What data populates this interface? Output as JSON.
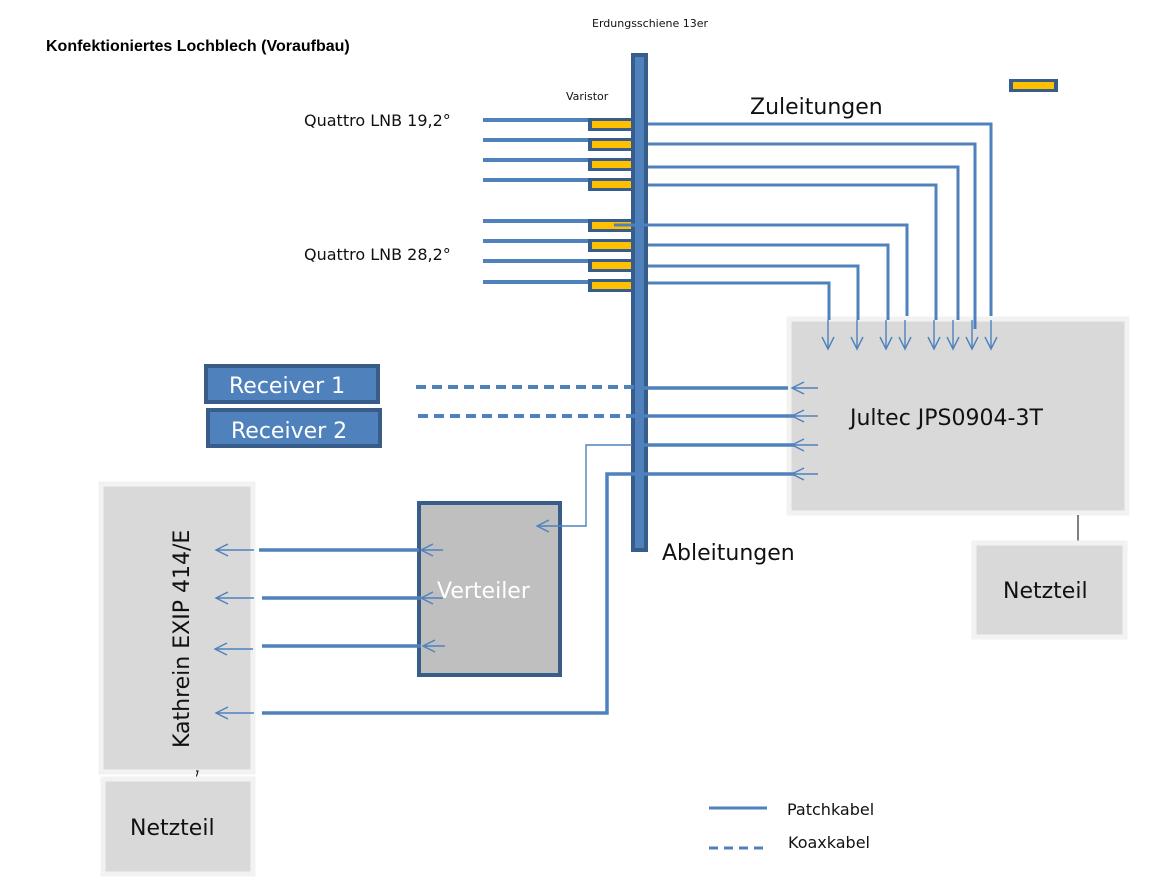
{
  "title": "Konfektioniertes Lochblech (Voraufbau)",
  "colors": {
    "line": "#4f81bd",
    "line_dark": "#385d8a",
    "varistor": "#ffc000",
    "device_fill": "#d9d9d9",
    "device_border": "#f2f2f2",
    "verteiler_fill": "#bfbfbf",
    "receiver_fill": "#4f81bd"
  },
  "labels": {
    "grounding_bar": "Erdungsschiene  13er",
    "varistor": "Varistor",
    "lnb_1": "Quattro LNB  19,2°",
    "lnb_2": "Quattro LNB  28,2°",
    "zuleitungen": "Zuleitungen",
    "ableitungen": "Ableitungen"
  },
  "devices": {
    "multiswitch": "Jultec JPS0904-3T",
    "multiswitch_psu": "Netzteil",
    "ip_server": "Kathrein EXIP 414/E",
    "ip_server_psu": "Netzteil",
    "splitter": "Verteiler",
    "receiver_1": "Receiver 1",
    "receiver_2": "Receiver 2"
  },
  "legend": {
    "items": [
      {
        "label": "Patchkabel",
        "style": "solid"
      },
      {
        "label": "Koaxkabel",
        "style": "dashed"
      }
    ]
  }
}
